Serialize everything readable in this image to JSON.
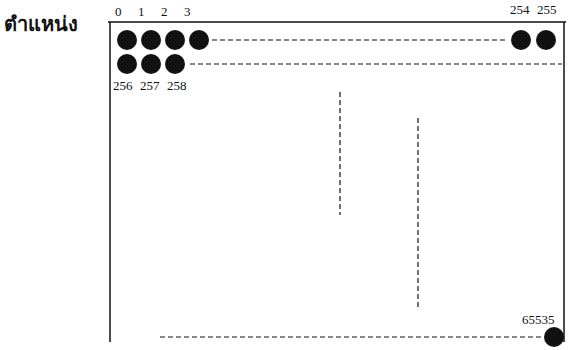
{
  "diagram": {
    "labels": [
      "ตำแหน่ง",
      "0",
      "1",
      "2",
      "3",
      "254",
      "255",
      "256",
      "257",
      "258",
      "65535"
    ]
  }
}
